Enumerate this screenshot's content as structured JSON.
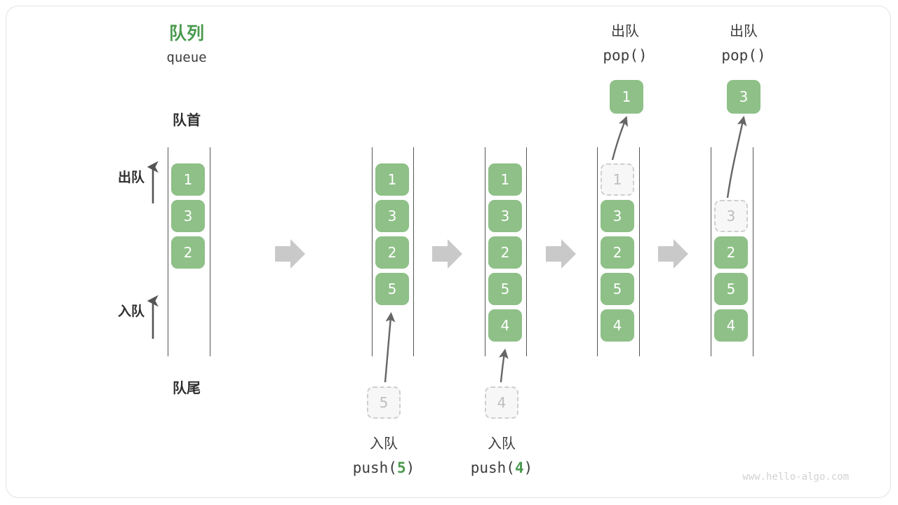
{
  "diagram": {
    "title_cn": "队列",
    "title_en": "queue",
    "front_label": "队首",
    "rear_label": "队尾",
    "dequeue_side_label": "出队",
    "enqueue_side_label": "入队",
    "watermark": "www.hello-algo.com",
    "colors": {
      "cell_green": "#8ec087",
      "title_green": "#4a9a4e",
      "ghost_fill": "#f7f7f7",
      "ghost_border": "#cfcfcf",
      "ghost_text": "#bdbdbd",
      "rail": "#555555",
      "arrow_gray": "#c9c9c9",
      "thin_arrow": "#666666",
      "frame_border": "#e3e3e3",
      "text_dark": "#2f2f2f"
    },
    "steps": [
      {
        "id": "step-1",
        "header_cn": "",
        "header_code": "",
        "cells": [
          {
            "value": "1",
            "state": "filled"
          },
          {
            "value": "3",
            "state": "filled"
          },
          {
            "value": "2",
            "state": "filled"
          }
        ],
        "incoming": null,
        "outgoing": null,
        "caption_cn": "",
        "caption_code_prefix": "",
        "caption_code_num": "",
        "caption_code_suffix": ""
      },
      {
        "id": "step-2",
        "header_cn": "",
        "header_code": "",
        "cells": [
          {
            "value": "1",
            "state": "filled"
          },
          {
            "value": "3",
            "state": "filled"
          },
          {
            "value": "2",
            "state": "filled"
          },
          {
            "value": "5",
            "state": "filled"
          }
        ],
        "incoming": {
          "value": "5",
          "state": "ghost"
        },
        "outgoing": null,
        "caption_cn": "入队",
        "caption_code_prefix": "push(",
        "caption_code_num": "5",
        "caption_code_suffix": ")"
      },
      {
        "id": "step-3",
        "header_cn": "",
        "header_code": "",
        "cells": [
          {
            "value": "1",
            "state": "filled"
          },
          {
            "value": "3",
            "state": "filled"
          },
          {
            "value": "2",
            "state": "filled"
          },
          {
            "value": "5",
            "state": "filled"
          },
          {
            "value": "4",
            "state": "filled"
          }
        ],
        "incoming": {
          "value": "4",
          "state": "ghost"
        },
        "outgoing": null,
        "caption_cn": "入队",
        "caption_code_prefix": "push(",
        "caption_code_num": "4",
        "caption_code_suffix": ")"
      },
      {
        "id": "step-4",
        "header_cn": "出队",
        "header_code": "pop()",
        "cells": [
          {
            "value": "1",
            "state": "ghost"
          },
          {
            "value": "3",
            "state": "filled"
          },
          {
            "value": "2",
            "state": "filled"
          },
          {
            "value": "5",
            "state": "filled"
          },
          {
            "value": "4",
            "state": "filled"
          }
        ],
        "incoming": null,
        "outgoing": {
          "value": "1",
          "state": "filled"
        },
        "caption_cn": "",
        "caption_code_prefix": "",
        "caption_code_num": "",
        "caption_code_suffix": ""
      },
      {
        "id": "step-5",
        "header_cn": "出队",
        "header_code": "pop()",
        "cells": [
          {
            "value": "",
            "state": "empty"
          },
          {
            "value": "3",
            "state": "ghost"
          },
          {
            "value": "2",
            "state": "filled"
          },
          {
            "value": "5",
            "state": "filled"
          },
          {
            "value": "4",
            "state": "filled"
          }
        ],
        "incoming": null,
        "outgoing": {
          "value": "3",
          "state": "filled"
        },
        "caption_cn": "",
        "caption_code_prefix": "",
        "caption_code_num": "",
        "caption_code_suffix": ""
      }
    ]
  }
}
